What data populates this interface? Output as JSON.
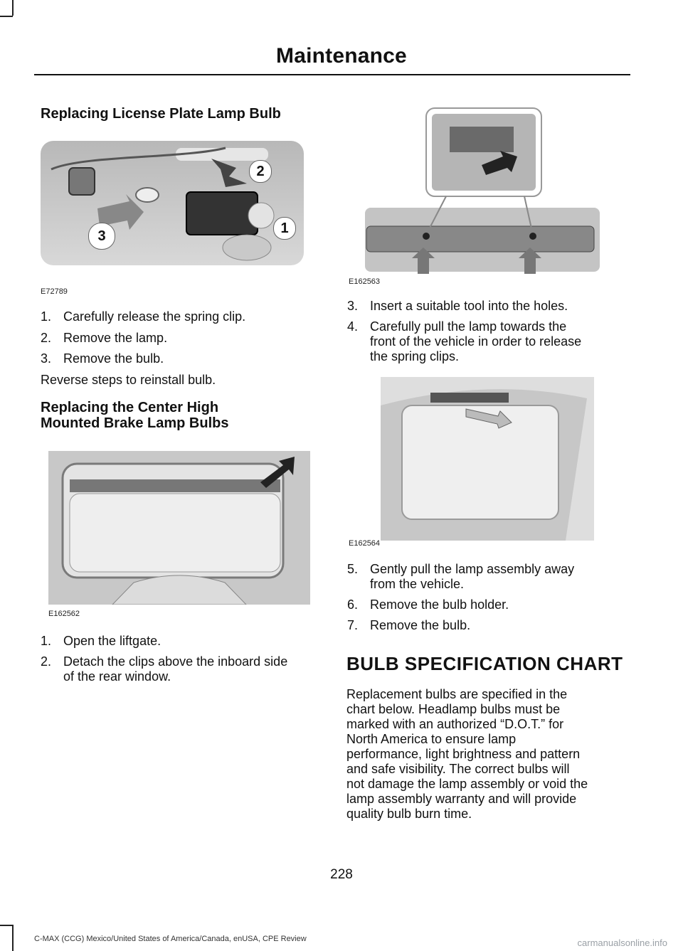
{
  "header": {
    "title": "Maintenance"
  },
  "sections": {
    "license": {
      "heading": "Replacing License Plate Lamp Bulb",
      "figure_code": "E72789",
      "callouts": [
        "1",
        "2",
        "3"
      ],
      "steps": [
        {
          "num": "1.",
          "text": "Carefully release the spring clip."
        },
        {
          "num": "2.",
          "text": "Remove the lamp."
        },
        {
          "num": "3.",
          "text": "Remove the bulb."
        }
      ],
      "note": "Reverse steps to reinstall bulb."
    },
    "brake": {
      "heading_line1": "Replacing the Center High",
      "heading_line2": "Mounted Brake Lamp Bulbs",
      "figure_code": "E162562",
      "steps": [
        {
          "num": "1.",
          "text": "Open the liftgate."
        },
        {
          "num": "2.",
          "line1": "Detach the clips above the inboard side",
          "line2": "of the rear window."
        }
      ]
    },
    "right": {
      "figure1_code": "E162563",
      "steps_a": [
        {
          "num": "3.",
          "text": "Insert a suitable tool into the holes."
        },
        {
          "num": "4.",
          "line1": "Carefully pull the lamp towards the",
          "line2": "front of the vehicle in order to release",
          "line3": "the spring clips."
        }
      ],
      "figure2_code": "E162564",
      "steps_b": [
        {
          "num": "5.",
          "line1": "Gently pull the lamp assembly away",
          "line2": "from the vehicle."
        },
        {
          "num": "6.",
          "text": "Remove the bulb holder."
        },
        {
          "num": "7.",
          "text": "Remove the bulb."
        }
      ]
    },
    "chart": {
      "heading": "BULB SPECIFICATION CHART",
      "lines": [
        "Replacement bulbs are specified in the",
        "chart below. Headlamp bulbs must be",
        "marked with an authorized “D.O.T.” for",
        "North America to ensure lamp",
        "performance, light brightness and pattern",
        "and safe visibility. The correct bulbs will",
        "not damage the lamp assembly or void the",
        "lamp assembly warranty and will provide",
        "quality bulb burn time."
      ]
    }
  },
  "footer": {
    "page_number": "228",
    "note": "C-MAX (CCG) Mexico/United States of America/Canada, enUSA, CPE Review",
    "watermark": "carmanualsonline.info"
  }
}
